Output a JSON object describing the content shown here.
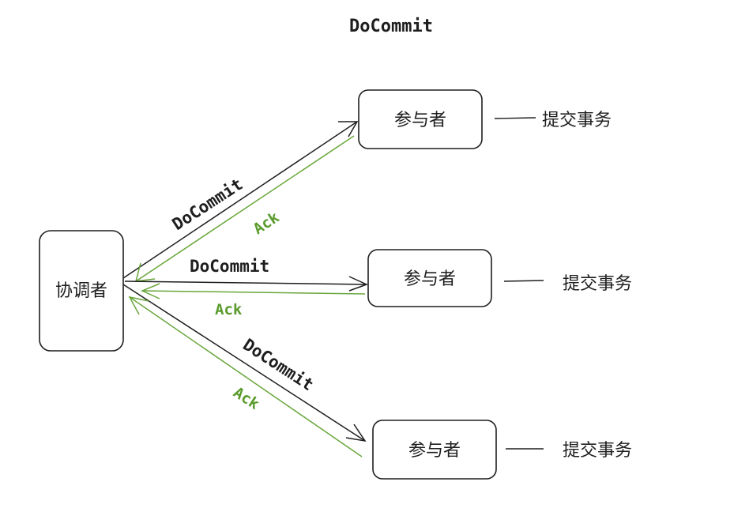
{
  "title": "DoCommit",
  "coordinator": {
    "label": "协调者"
  },
  "participants": [
    {
      "label": "参与者",
      "action": "提交事务"
    },
    {
      "label": "参与者",
      "action": "提交事务"
    },
    {
      "label": "参与者",
      "action": "提交事务"
    }
  ],
  "messages": [
    {
      "request": "DoCommit",
      "response": "Ack"
    },
    {
      "request": "DoCommit",
      "response": "Ack"
    },
    {
      "request": "DoCommit",
      "response": "Ack"
    }
  ],
  "colors": {
    "stroke": "#1e1e1e",
    "ack": "#6aa63c",
    "background": "#ffffff"
  }
}
